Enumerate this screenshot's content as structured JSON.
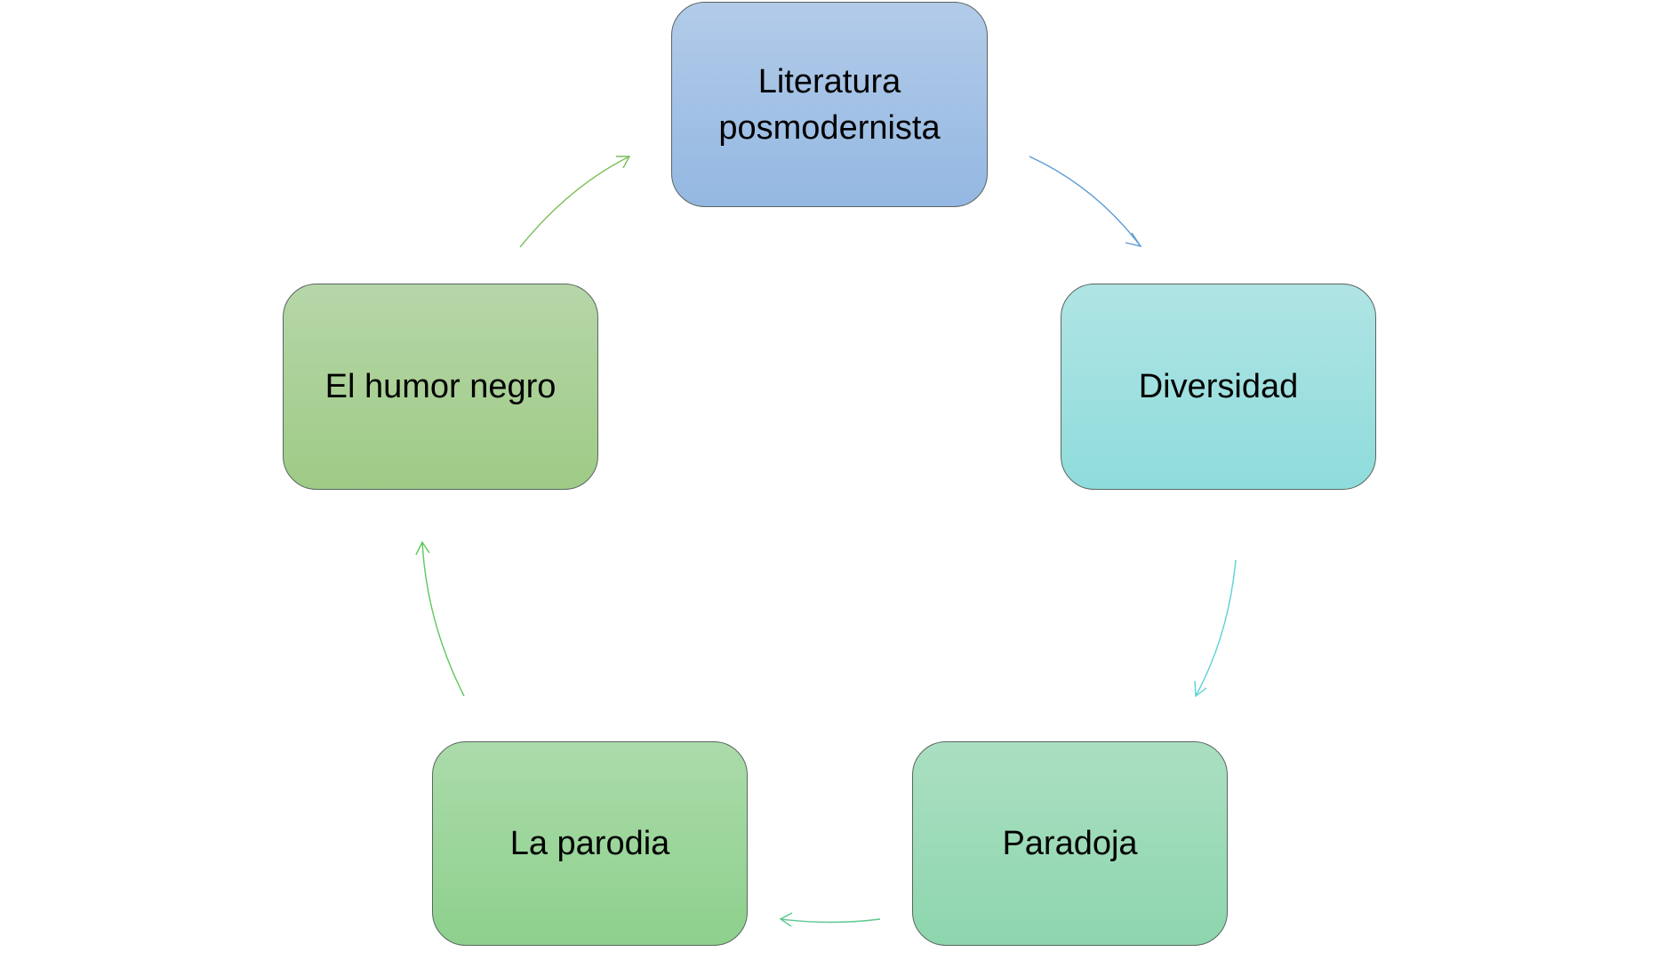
{
  "diagram": {
    "type": "cycle",
    "nodes": [
      {
        "id": "n0",
        "label": "Literatura posmodernista",
        "color": "#a3c2e6"
      },
      {
        "id": "n1",
        "label": "Diversidad",
        "color": "#a0e0e0"
      },
      {
        "id": "n2",
        "label": "Paradoja",
        "color": "#9cdbb8"
      },
      {
        "id": "n3",
        "label": "La parodia",
        "color": "#9cd69b"
      },
      {
        "id": "n4",
        "label": "El humor negro",
        "color": "#aad197"
      }
    ],
    "edges": [
      {
        "from": "n0",
        "to": "n1",
        "color": "#5b9bd5"
      },
      {
        "from": "n1",
        "to": "n2",
        "color": "#5ed1d6"
      },
      {
        "from": "n2",
        "to": "n3",
        "color": "#5cc890"
      },
      {
        "from": "n3",
        "to": "n4",
        "color": "#5cc85c"
      },
      {
        "from": "n4",
        "to": "n0",
        "color": "#7cbf5a"
      }
    ]
  }
}
